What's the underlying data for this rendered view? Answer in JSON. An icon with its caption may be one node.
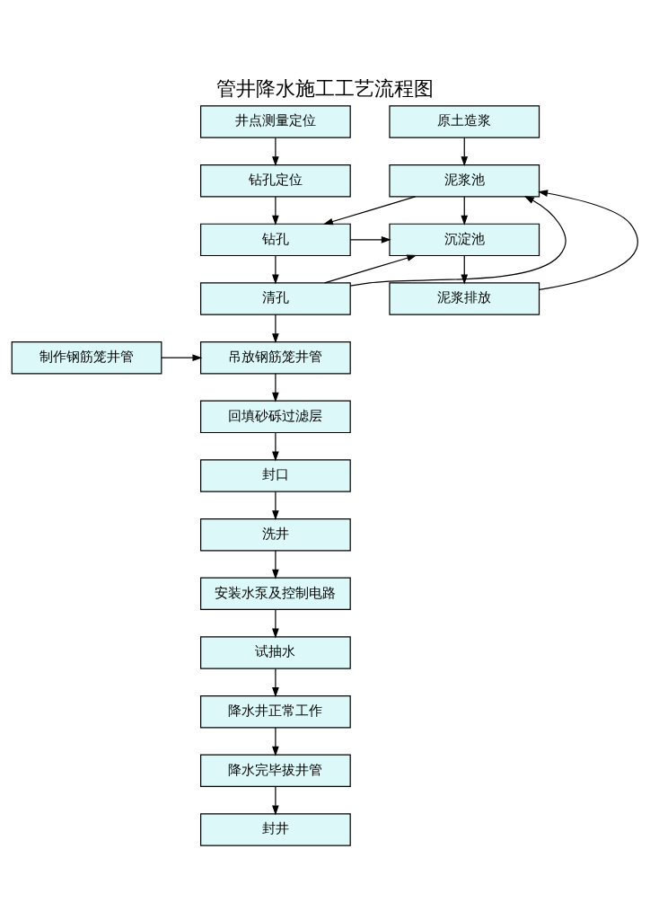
{
  "diagram": {
    "title": "管井降水施工工艺流程图",
    "nodes": [
      {
        "text": [
          "井点测量定位"
        ]
      },
      {
        "text": [
          "原土造浆"
        ]
      },
      {
        "text": [
          "钻孔定位"
        ]
      },
      {
        "text": [
          "泥浆池"
        ]
      },
      {
        "text": [
          "钻孔"
        ]
      },
      {
        "text": [
          "沉淀池"
        ]
      },
      {
        "text": [
          "清孔"
        ]
      },
      {
        "text": [
          "泥浆排放"
        ]
      },
      {
        "text": [
          "制作钢筋笼井管"
        ]
      },
      {
        "text": [
          "吊放钢筋笼井管"
        ]
      },
      {
        "text": [
          "回填砂砾过滤层"
        ]
      },
      {
        "text": [
          "封口"
        ]
      },
      {
        "text": [
          "洗井"
        ]
      },
      {
        "text": [
          "安装水泵及控制电路"
        ]
      },
      {
        "text": [
          "试抽水"
        ]
      },
      {
        "text": [
          "降水井正常工作"
        ]
      },
      {
        "text": [
          "降水完毕拔井管"
        ]
      },
      {
        "text": [
          "封井"
        ]
      }
    ],
    "edges": [
      {
        "from": 0,
        "to": 2,
        "arrow": "to"
      },
      {
        "from": 1,
        "to": 3,
        "arrow": "to"
      },
      {
        "from": 2,
        "to": 4,
        "arrow": "to"
      },
      {
        "from": 3,
        "to": 4,
        "arrow": "to"
      },
      {
        "from": 3,
        "to": 5,
        "arrow": "to"
      },
      {
        "from": 4,
        "to": 5,
        "arrow": "to"
      },
      {
        "from": 4,
        "to": 6,
        "arrow": "to"
      },
      {
        "from": 6,
        "to": 5,
        "arrow": "to"
      },
      {
        "from": 5,
        "to": 7,
        "arrow": "to"
      },
      {
        "from": 6,
        "to": 3,
        "arrow": "to"
      },
      {
        "from": 7,
        "to": 3,
        "arrow": "to"
      },
      {
        "from": 6,
        "to": 9,
        "arrow": "to"
      },
      {
        "from": 8,
        "to": 9,
        "arrow": "to"
      },
      {
        "from": 9,
        "to": 10,
        "arrow": "to"
      },
      {
        "from": 10,
        "to": 11,
        "arrow": "to"
      },
      {
        "from": 11,
        "to": 12,
        "arrow": "to"
      },
      {
        "from": 12,
        "to": 13,
        "arrow": "to"
      },
      {
        "from": 13,
        "to": 14,
        "arrow": "to"
      },
      {
        "from": 14,
        "to": 15,
        "arrow": "to"
      },
      {
        "from": 15,
        "to": 16,
        "arrow": "to"
      },
      {
        "from": 16,
        "to": 17,
        "arrow": "to"
      }
    ]
  }
}
